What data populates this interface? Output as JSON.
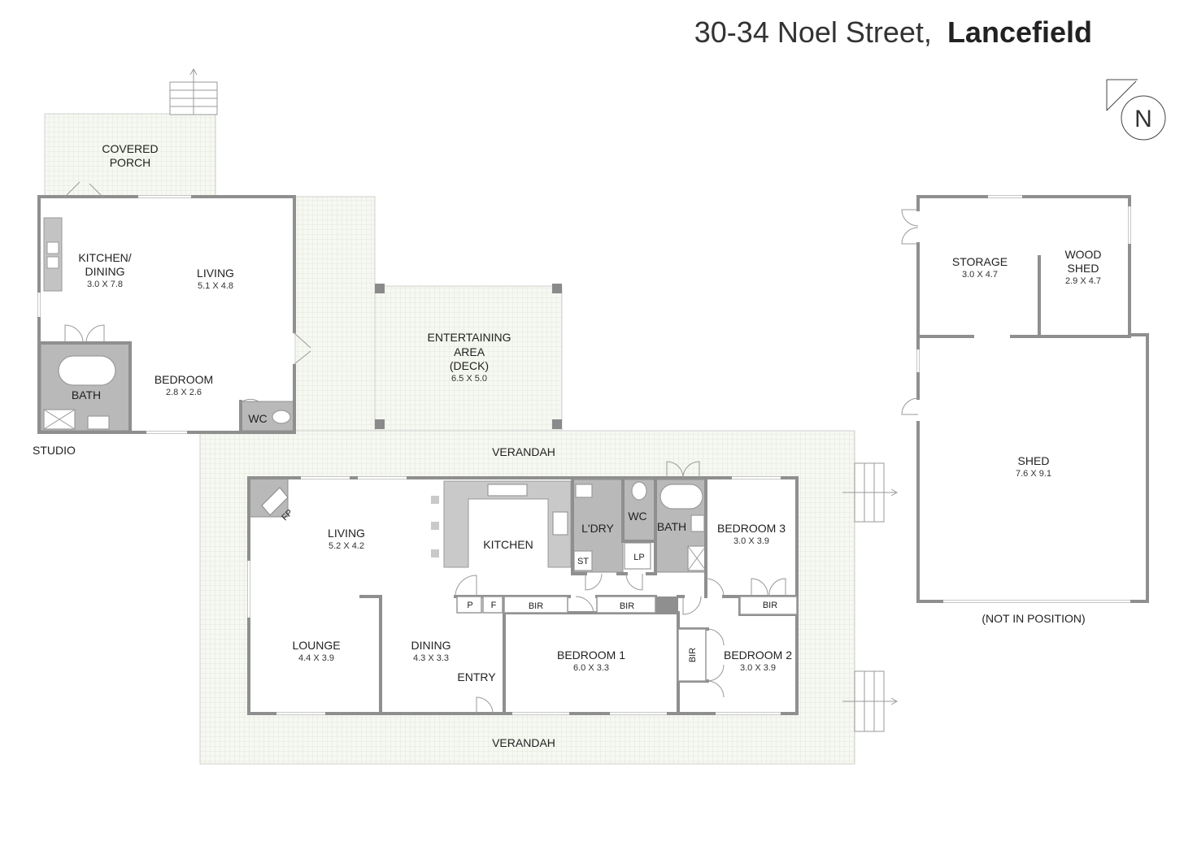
{
  "title": {
    "address": "30-34 Noel Street,",
    "suburb": "Lancefield"
  },
  "compass": {
    "letter": "N"
  },
  "studio": {
    "label": "STUDIO",
    "covered_porch": {
      "line1": "COVERED",
      "line2": "PORCH"
    },
    "kitchen_dining": {
      "line1": "KITCHEN/",
      "line2": "DINING",
      "dim": "3.0 X 7.8"
    },
    "living": {
      "name": "LIVING",
      "dim": "5.1 X 4.8"
    },
    "bedroom": {
      "name": "BEDROOM",
      "dim": "2.8 X 2.6"
    },
    "bath": {
      "name": "BATH"
    },
    "wc": {
      "name": "WC"
    }
  },
  "entertaining": {
    "line1": "ENTERTAINING",
    "line2": "AREA",
    "line3": "(DECK)",
    "dim": "6.5 X 5.0"
  },
  "house": {
    "verandah_top": "VERANDAH",
    "verandah_bottom": "VERANDAH",
    "fp": "FP",
    "living": {
      "name": "LIVING",
      "dim": "5.2 X 4.2"
    },
    "kitchen": {
      "name": "KITCHEN"
    },
    "laundry": {
      "name": "L'DRY"
    },
    "st": "ST",
    "wc": {
      "name": "WC"
    },
    "lp": "LP",
    "bath": {
      "name": "BATH"
    },
    "bedroom3": {
      "name": "BEDROOM 3",
      "dim": "3.0 X 3.9"
    },
    "p": "P",
    "f": "F",
    "bir1": "BIR",
    "bir2": "BIR",
    "bir3": "BIR",
    "bir4": "BIR",
    "lounge": {
      "name": "LOUNGE",
      "dim": "4.4 X 3.9"
    },
    "dining": {
      "name": "DINING",
      "dim": "4.3 X 3.3"
    },
    "entry": "ENTRY",
    "bedroom1": {
      "name": "BEDROOM 1",
      "dim": "6.0 X 3.3"
    },
    "bedroom2": {
      "name": "BEDROOM 2",
      "dim": "3.0 X 3.9"
    }
  },
  "shed_building": {
    "storage": {
      "name": "STORAGE",
      "dim": "3.0 X 4.7"
    },
    "wood_shed": {
      "line1": "WOOD",
      "line2": "SHED",
      "dim": "2.9 X 4.7"
    },
    "shed": {
      "name": "SHED",
      "dim": "7.6 X 9.1"
    },
    "note": "(NOT IN POSITION)"
  }
}
